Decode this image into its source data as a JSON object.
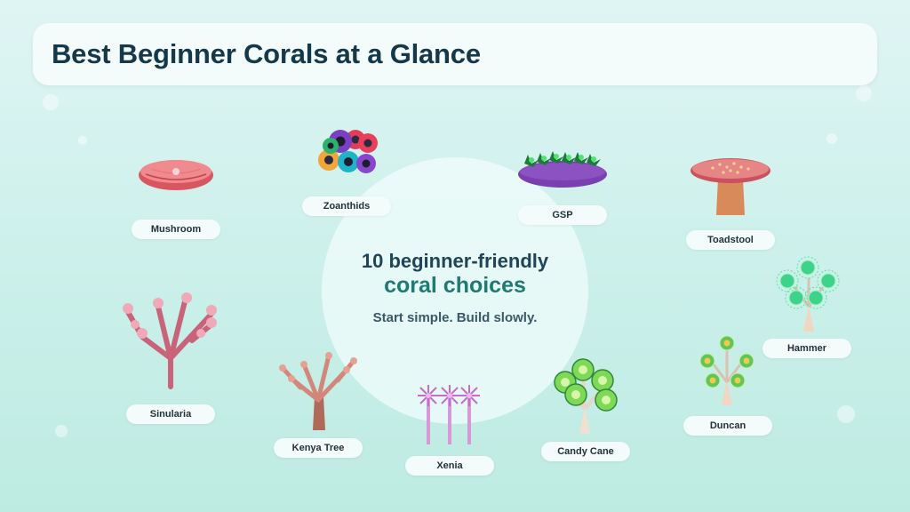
{
  "title": "Best Beginner Corals at a Glance",
  "center": {
    "line1": "10 beginner-friendly",
    "line2": "coral choices",
    "subtitle": "Start simple. Build slowly."
  },
  "corals": [
    {
      "name": "Mushroom",
      "icon": "mushroom-coral-icon"
    },
    {
      "name": "Zoanthids",
      "icon": "zoanthids-coral-icon"
    },
    {
      "name": "GSP",
      "icon": "gsp-coral-icon"
    },
    {
      "name": "Toadstool",
      "icon": "toadstool-coral-icon"
    },
    {
      "name": "Hammer",
      "icon": "hammer-coral-icon"
    },
    {
      "name": "Duncan",
      "icon": "duncan-coral-icon"
    },
    {
      "name": "Candy Cane",
      "icon": "candy-cane-coral-icon"
    },
    {
      "name": "Xenia",
      "icon": "xenia-coral-icon"
    },
    {
      "name": "Kenya Tree",
      "icon": "kenya-tree-coral-icon"
    },
    {
      "name": "Sinularia",
      "icon": "sinularia-coral-icon"
    }
  ],
  "colors": {
    "background": "#c9efe9",
    "title_text": "#15384a",
    "accent_teal": "#1e7a73"
  }
}
